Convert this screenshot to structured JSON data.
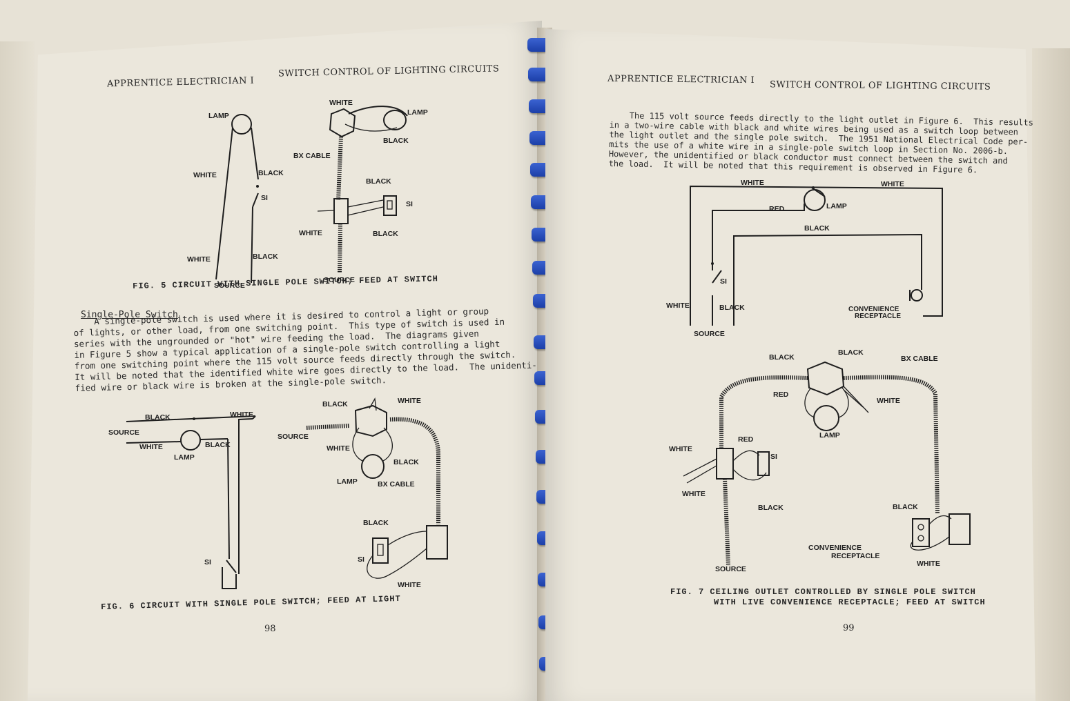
{
  "left_page": {
    "header_left": "APPRENTICE ELECTRICIAN I",
    "header_right": "SWITCH CONTROL OF LIGHTING CIRCUITS",
    "fig5": {
      "labels": {
        "lamp_a": "LAMP",
        "white_a": "WHITE",
        "black_a": "BLACK",
        "s1_a": "SI",
        "white_b": "WHITE",
        "black_b": "BLACK",
        "source_a": "SOURCE",
        "white_top": "WHITE",
        "lamp_b": "LAMP",
        "black_top": "BLACK",
        "bx_cable": "BX CABLE",
        "black_mid": "BLACK",
        "s1_b": "SI",
        "white_mid": "WHITE",
        "black_low": "BLACK",
        "source_b": "SOURCE"
      },
      "caption": "FIG. 5  CIRCUIT WITH SINGLE POLE SWITCH; FEED AT SWITCH"
    },
    "section_title": "Single-Pole Switch",
    "paragraph_lines": [
      "    A single-pole switch is used where it is desired to control a light or group",
      "of lights, or other load, from one switching point.  This type of switch is used in",
      "series with the ungrounded or \"hot\" wire feeding the load.  The diagrams given",
      "in Figure 5 show a typical application of a single-pole switch controlling a light",
      "from one switching point where the 115 volt source feeds directly through the switch.",
      "It will be noted that the identified white wire goes directly to the load.  The unidenti-",
      "fied wire or black wire is broken at the single-pole switch."
    ],
    "fig6": {
      "labels": {
        "black_a": "BLACK",
        "white_a": "WHITE",
        "source_a": "SOURCE",
        "white_b": "WHITE",
        "black_b": "BLACK",
        "lamp_a": "LAMP",
        "s1_a": "SI",
        "black_c": "BLACK",
        "white_c": "WHITE",
        "source_b": "SOURCE",
        "white_d": "WHITE",
        "black_d": "BLACK",
        "lamp_b": "LAMP",
        "bx_cable": "BX CABLE",
        "black_e": "BLACK",
        "s1_b": "SI",
        "white_e": "WHITE"
      },
      "caption": "FIG. 6  CIRCUIT WITH SINGLE POLE SWITCH; FEED AT LIGHT"
    },
    "page_number": "98"
  },
  "right_page": {
    "header_left": "APPRENTICE ELECTRICIAN I",
    "header_right": "SWITCH CONTROL OF LIGHTING CIRCUITS",
    "paragraph_lines": [
      "    The 115 volt source feeds directly to the light outlet in Figure 6.  This results",
      "in a two-wire cable with black and white wires being used as a switch loop between",
      "the light outlet and the single pole switch.  The 1951 National Electrical Code per-",
      "mits the use of a white wire in a single-pole switch loop in Section No. 2006-b.",
      "However, the unidentified or black conductor must connect between the switch and",
      "the load.  It will be noted that this requirement is observed in Figure 6."
    ],
    "fig7": {
      "labels": {
        "white_a": "WHITE",
        "white_b": "WHITE",
        "red_a": "RED",
        "lamp_a": "LAMP",
        "black_a": "BLACK",
        "s1_a": "SI",
        "white_c": "WHITE",
        "black_b": "BLACK",
        "source_a": "SOURCE",
        "conv_a1": "CONVENIENCE",
        "conv_a2": "RECEPTACLE",
        "black_c": "BLACK",
        "black_d": "BLACK",
        "bx_cable": "BX CABLE",
        "red_b": "RED",
        "white_d": "WHITE",
        "lamp_b": "LAMP",
        "white_e": "WHITE",
        "red_c": "RED",
        "s1_b": "SI",
        "white_f": "WHITE",
        "black_e": "BLACK",
        "black_f": "BLACK",
        "conv_b1": "CONVENIENCE",
        "conv_b2": "RECEPTACLE",
        "white_g": "WHITE",
        "source_b": "SOURCE"
      },
      "caption_line1": "FIG. 7  CEILING OUTLET CONTROLLED BY SINGLE POLE SWITCH",
      "caption_line2": "WITH LIVE CONVENIENCE RECEPTACLE; FEED AT SWITCH"
    },
    "page_number": "99"
  },
  "binding": {
    "color": "#2347b8"
  }
}
